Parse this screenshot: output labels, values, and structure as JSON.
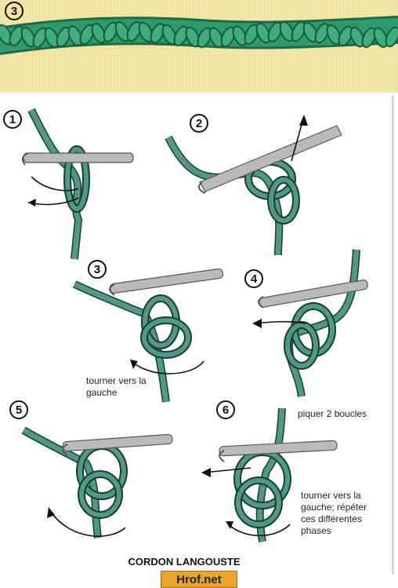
{
  "top_step_number": "3",
  "diagram_steps": [
    "1",
    "2",
    "3",
    "4",
    "5",
    "6"
  ],
  "captions": {
    "step3": [
      "tourner vers la",
      "gauche"
    ],
    "step6_top": "piquer 2 boucles",
    "step6_side": [
      "tourner vers la",
      "gauche; répéter",
      "ces différentes",
      "phases"
    ]
  },
  "title": "CORDON LANGOUSTE",
  "watermark": "Hrof.net",
  "colors": {
    "cord": "#4f9a84",
    "cord_outline": "#1c3b33",
    "braid": "#2f9a6a",
    "hook": "#b9babb",
    "background_band": "#f3e7a8",
    "watermark_bg": "#e9a52a"
  }
}
